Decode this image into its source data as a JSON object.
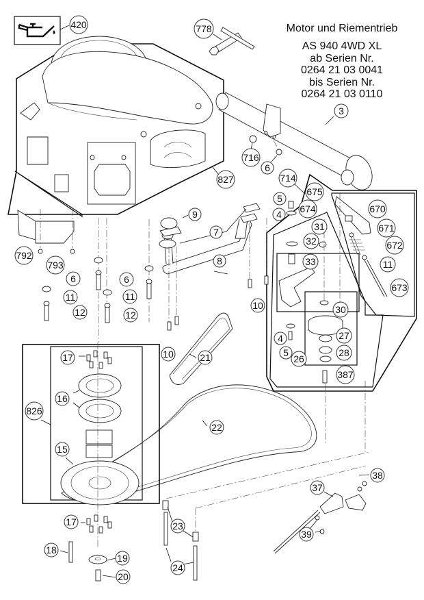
{
  "title": {
    "heading": "Motor und Riementrieb",
    "model": "AS 940 4WD XL",
    "from_label": "ab Serien Nr.",
    "from_serial": "0264 21 03 0041",
    "to_label": "bis Serien Nr.",
    "to_serial": "0264 21 03 0110"
  },
  "icons": {
    "oil_can": "oil-can-icon"
  },
  "callouts": [
    {
      "id": "c420",
      "label": "420",
      "part": "oil"
    },
    {
      "id": "c778",
      "label": "778",
      "part": "spark-plug-wrench"
    },
    {
      "id": "c3",
      "label": "3",
      "part": "muffler"
    },
    {
      "id": "c716",
      "label": "716",
      "part": "bolt"
    },
    {
      "id": "c6a",
      "label": "6",
      "part": "nut"
    },
    {
      "id": "c714",
      "label": "714",
      "part": "tensioner-assembly"
    },
    {
      "id": "c675",
      "label": "675",
      "part": "tensioner-arm-assembly"
    },
    {
      "id": "c670",
      "label": "670",
      "part": "tensioner-arm"
    },
    {
      "id": "c674",
      "label": "674",
      "part": "idler-assembly"
    },
    {
      "id": "c671",
      "label": "671",
      "part": "washer"
    },
    {
      "id": "c672",
      "label": "672",
      "part": "spring"
    },
    {
      "id": "c11a",
      "label": "11",
      "part": "washer"
    },
    {
      "id": "c673",
      "label": "673",
      "part": "rod"
    },
    {
      "id": "c5a",
      "label": "5",
      "part": "bolt"
    },
    {
      "id": "c4a",
      "label": "4",
      "part": "washer"
    },
    {
      "id": "c31",
      "label": "31",
      "part": "nut"
    },
    {
      "id": "c32",
      "label": "32",
      "part": "bushing"
    },
    {
      "id": "c33",
      "label": "33",
      "part": "spacer"
    },
    {
      "id": "c30",
      "label": "30",
      "part": "washer"
    },
    {
      "id": "c27",
      "label": "27",
      "part": "bearing"
    },
    {
      "id": "c28",
      "label": "28",
      "part": "circlip"
    },
    {
      "id": "c26",
      "label": "26",
      "part": "idler-pulley"
    },
    {
      "id": "c4b",
      "label": "4",
      "part": "washer"
    },
    {
      "id": "c5b",
      "label": "5",
      "part": "bolt"
    },
    {
      "id": "c387",
      "label": "387",
      "part": "bolt"
    },
    {
      "id": "c827",
      "label": "827",
      "part": "engine"
    },
    {
      "id": "c9",
      "label": "9",
      "part": "clamp"
    },
    {
      "id": "c7",
      "label": "7",
      "part": "gasket"
    },
    {
      "id": "c8",
      "label": "8",
      "part": "exhaust-pipe"
    },
    {
      "id": "c10a",
      "label": "10",
      "part": "stud"
    },
    {
      "id": "c10b",
      "label": "10",
      "part": "stud"
    },
    {
      "id": "c21",
      "label": "21",
      "part": "belt"
    },
    {
      "id": "c22",
      "label": "22",
      "part": "drive-belt"
    },
    {
      "id": "c792",
      "label": "792",
      "part": "cover-plate"
    },
    {
      "id": "c793",
      "label": "793",
      "part": "screw"
    },
    {
      "id": "c6b",
      "label": "6",
      "part": "nut"
    },
    {
      "id": "c6c",
      "label": "6",
      "part": "nut"
    },
    {
      "id": "c11b",
      "label": "11",
      "part": "washer"
    },
    {
      "id": "c11c",
      "label": "11",
      "part": "washer"
    },
    {
      "id": "c12a",
      "label": "12",
      "part": "bolt"
    },
    {
      "id": "c12b",
      "label": "12",
      "part": "bolt"
    },
    {
      "id": "c826",
      "label": "826",
      "part": "pulley-assembly"
    },
    {
      "id": "c17a",
      "label": "17",
      "part": "screw"
    },
    {
      "id": "c16",
      "label": "16",
      "part": "flange"
    },
    {
      "id": "c15",
      "label": "15",
      "part": "pulley"
    },
    {
      "id": "c17b",
      "label": "17",
      "part": "screw"
    },
    {
      "id": "c18",
      "label": "18",
      "part": "key"
    },
    {
      "id": "c19",
      "label": "19",
      "part": "washer"
    },
    {
      "id": "c20",
      "label": "20",
      "part": "bolt"
    },
    {
      "id": "c23",
      "label": "23",
      "part": "spacer"
    },
    {
      "id": "c24",
      "label": "24",
      "part": "bolt"
    },
    {
      "id": "c37",
      "label": "37",
      "part": "lever"
    },
    {
      "id": "c38",
      "label": "38",
      "part": "screw"
    },
    {
      "id": "c39",
      "label": "39",
      "part": "nut"
    }
  ]
}
